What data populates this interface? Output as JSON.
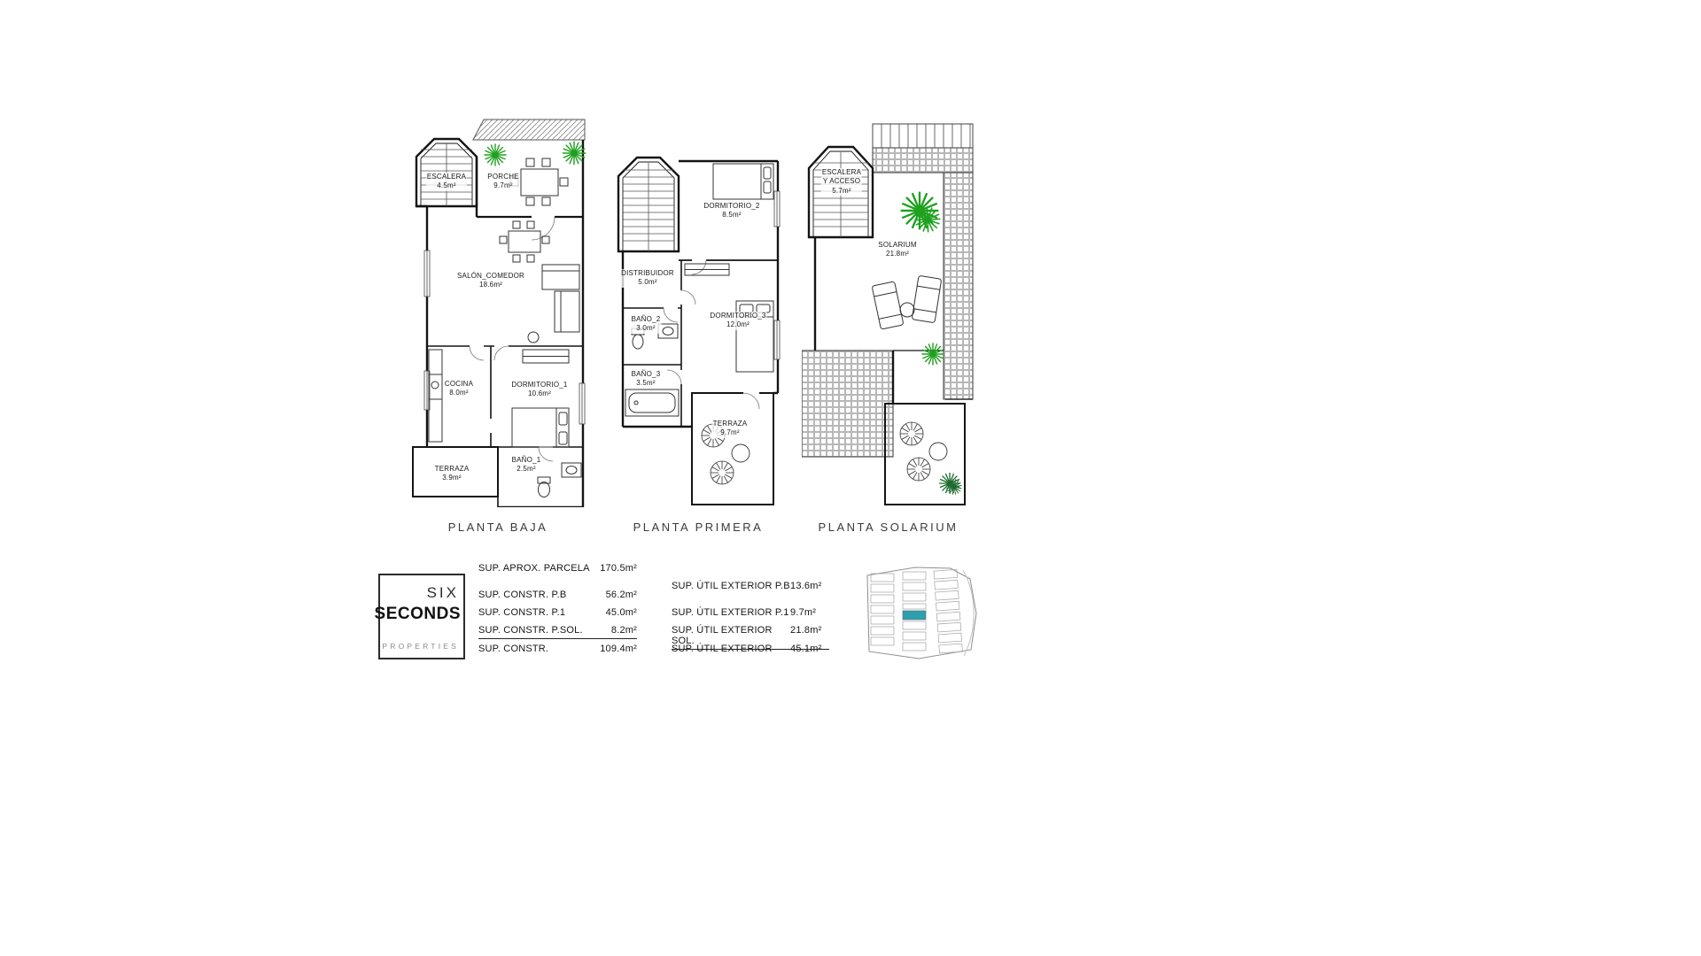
{
  "plans": {
    "baja": {
      "title": "PLANTA BAJA",
      "rooms": {
        "escalera": {
          "name": "ESCALERA",
          "area": "4.5m²"
        },
        "porche": {
          "name": "PORCHE",
          "area": "9.7m²"
        },
        "salon": {
          "name": "SALÓN_COMEDOR",
          "area": "18.6m²"
        },
        "cocina": {
          "name": "COCINA",
          "area": "8.0m²"
        },
        "dormitorio1": {
          "name": "DORMITORIO_1",
          "area": "10.6m²"
        },
        "bano1": {
          "name": "BAÑO_1",
          "area": "2.5m²"
        },
        "terraza": {
          "name": "TERRAZA",
          "area": "3.9m²"
        }
      }
    },
    "primera": {
      "title": "PLANTA PRIMERA",
      "rooms": {
        "dormitorio2": {
          "name": "DORMITORIO_2",
          "area": "8.5m²"
        },
        "distribuidor": {
          "name": "DISTRIBUIDOR",
          "area": "5.0m²"
        },
        "bano2": {
          "name": "BAÑO_2",
          "area": "3.0m²"
        },
        "dormitorio3": {
          "name": "DORMITORIO_3",
          "area": "12.0m²"
        },
        "bano3": {
          "name": "BAÑO_3",
          "area": "3.5m²"
        },
        "terraza": {
          "name": "TERRAZA",
          "area": "9.7m²"
        }
      }
    },
    "solarium": {
      "title": "PLANTA SOLARIUM",
      "rooms": {
        "escalera": {
          "name": "ESCALERA",
          "line2": "Y ACCESO",
          "area": "5.7m²"
        },
        "solarium": {
          "name": "SOLARIUM",
          "area": "21.8m²"
        }
      }
    }
  },
  "logo": {
    "six": "SIX",
    "seconds": "SECONDS",
    "properties": "PROPERTIES"
  },
  "summary": {
    "parcela": {
      "label": "SUP. APROX. PARCELA",
      "value": "170.5m²"
    },
    "left": [
      {
        "label": "SUP. CONSTR. P.B",
        "value": "56.2m²"
      },
      {
        "label": "SUP. CONSTR. P.1",
        "value": "45.0m²"
      },
      {
        "label": "SUP. CONSTR. P.SOL.",
        "value": "8.2m²"
      },
      {
        "label": "SUP. CONSTR.",
        "value": "109.4m²"
      }
    ],
    "right": [
      {
        "label": "SUP. ÚTIL EXTERIOR P.B",
        "value": "13.6m²"
      },
      {
        "label": "SUP. ÚTIL EXTERIOR P.1",
        "value": "9.7m²"
      },
      {
        "label": "SUP. ÚTIL EXTERIOR SOL.",
        "value": "21.8m²"
      },
      {
        "label": "SUP. ÚTIL EXTERIOR",
        "value": "45.1m²"
      }
    ]
  },
  "sitemap": {
    "highlight_color": "#2d9fae"
  },
  "colors": {
    "plant_green": "#1fa11f",
    "dark_green": "#1e6b2e"
  }
}
